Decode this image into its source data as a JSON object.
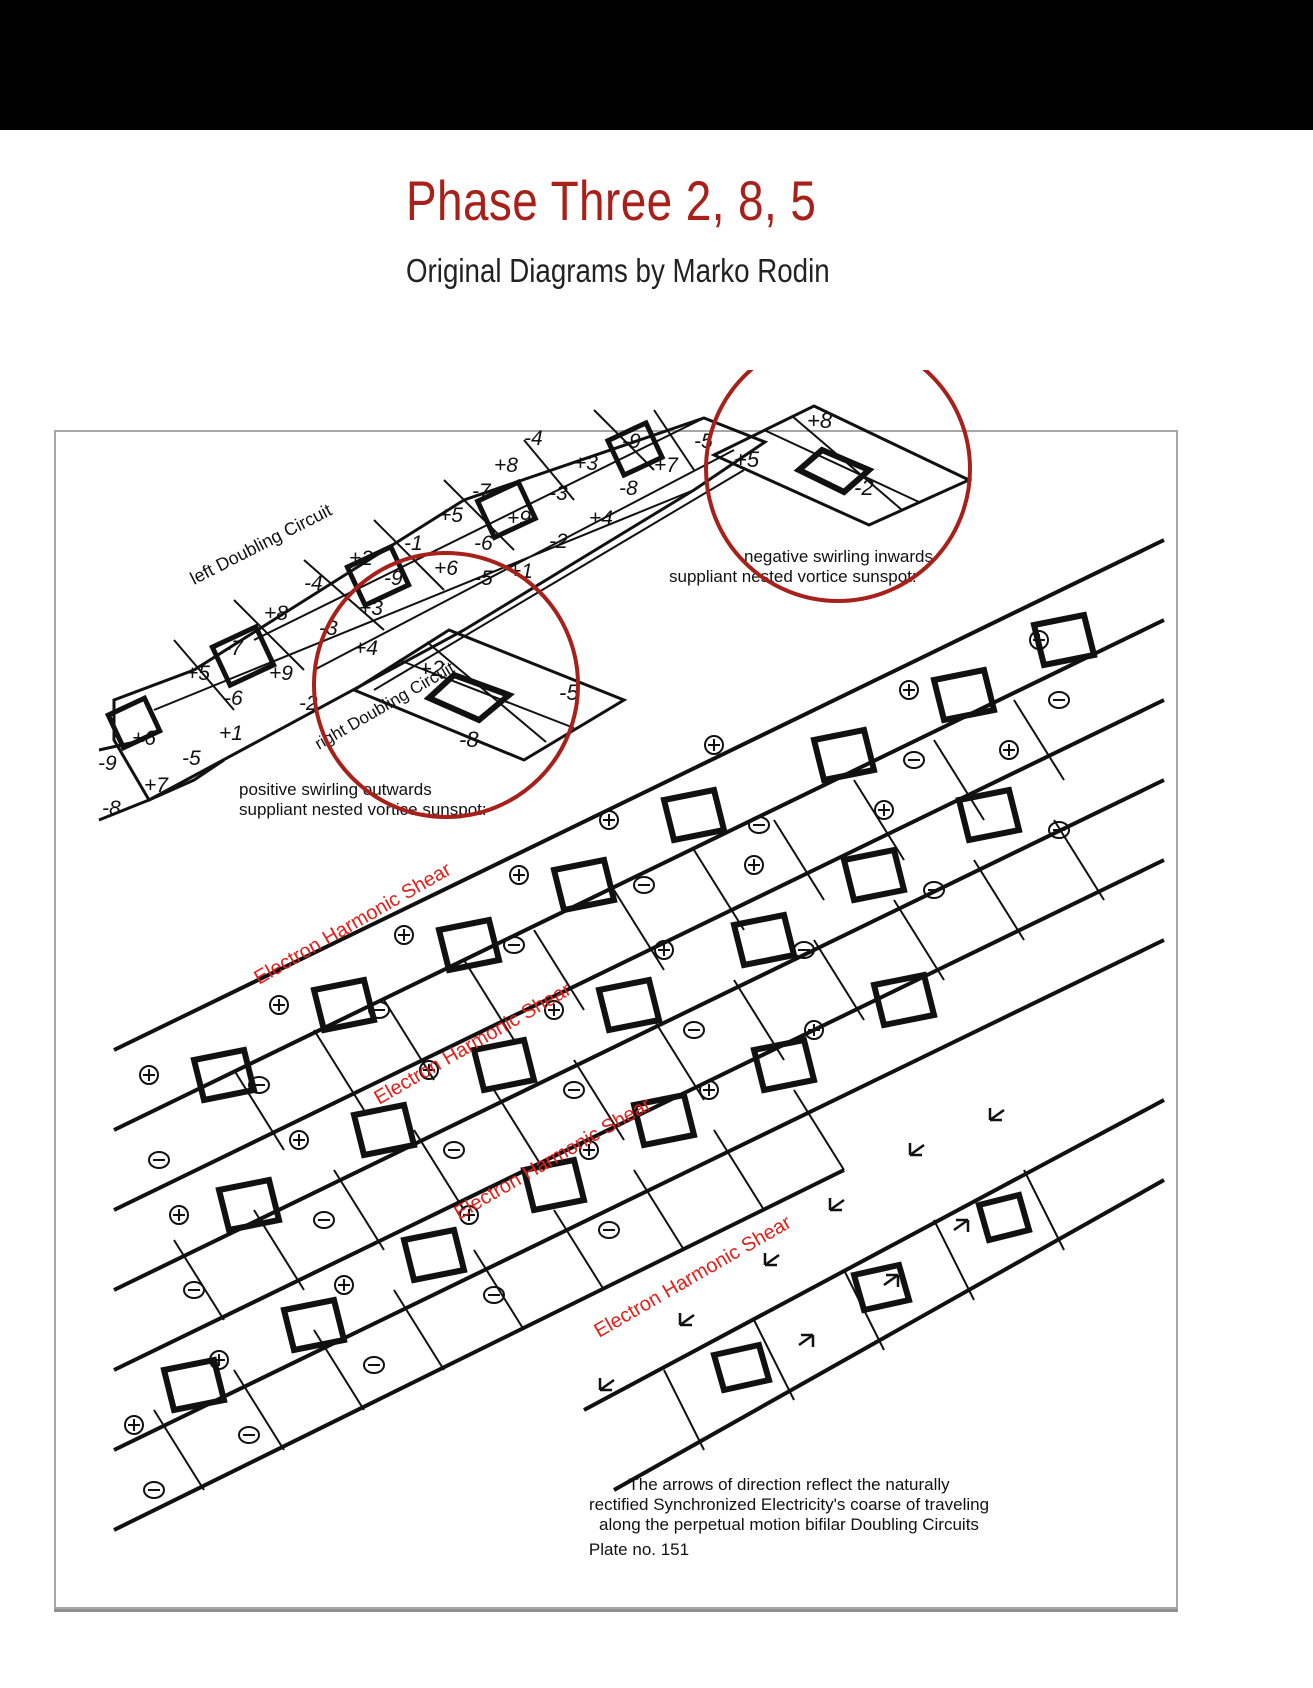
{
  "header": {
    "title": "Phase Three 2, 8, 5",
    "subtitle": "Original Diagrams by Marko Rodin"
  },
  "plate": {
    "label_left_circuit": "left Doubling Circuit",
    "label_right_circuit": "right Doubling Circuit",
    "caption_negative_1": "negative swirling inwards",
    "caption_negative_2": "suppliant nested vortice sunspot:",
    "caption_positive_1": "positive swirling outwards",
    "caption_positive_2": "suppliant nested vortice sunspot:",
    "shear_label": "Electron Harmonic Shear",
    "caption_bottom_1": "The arrows of direction reflect the naturally",
    "caption_bottom_2": "rectified Synchronized Electricity's coarse of traveling",
    "caption_bottom_3": "along the perpetual motion bifilar Doubling Circuits",
    "plate_number": "Plate no. 151"
  },
  "cells": {
    "neg": {
      "top": "+8",
      "left": "+5",
      "right": "-2"
    },
    "pos": {
      "left": "+2",
      "right": "-5",
      "bottom": "-8"
    },
    "band_upper": [
      "-4",
      "-9",
      "-5",
      "+8",
      "+3",
      "+7",
      "-7",
      "-3",
      "-8",
      "+5",
      "+9",
      "+4",
      "-6",
      "-2",
      "+1"
    ],
    "band_lower": [
      "+2",
      "-1",
      "-4",
      "-9",
      "+6",
      "+3",
      "-5",
      "+8",
      "-3",
      "-7",
      "+4",
      "+5",
      "+9",
      "-6",
      "-2",
      "+6",
      "+1",
      "-5",
      "-9",
      "+7",
      "-8"
    ]
  },
  "colors": {
    "accent": "#a8201a",
    "shear": "#e0201a",
    "ink": "#111111"
  }
}
